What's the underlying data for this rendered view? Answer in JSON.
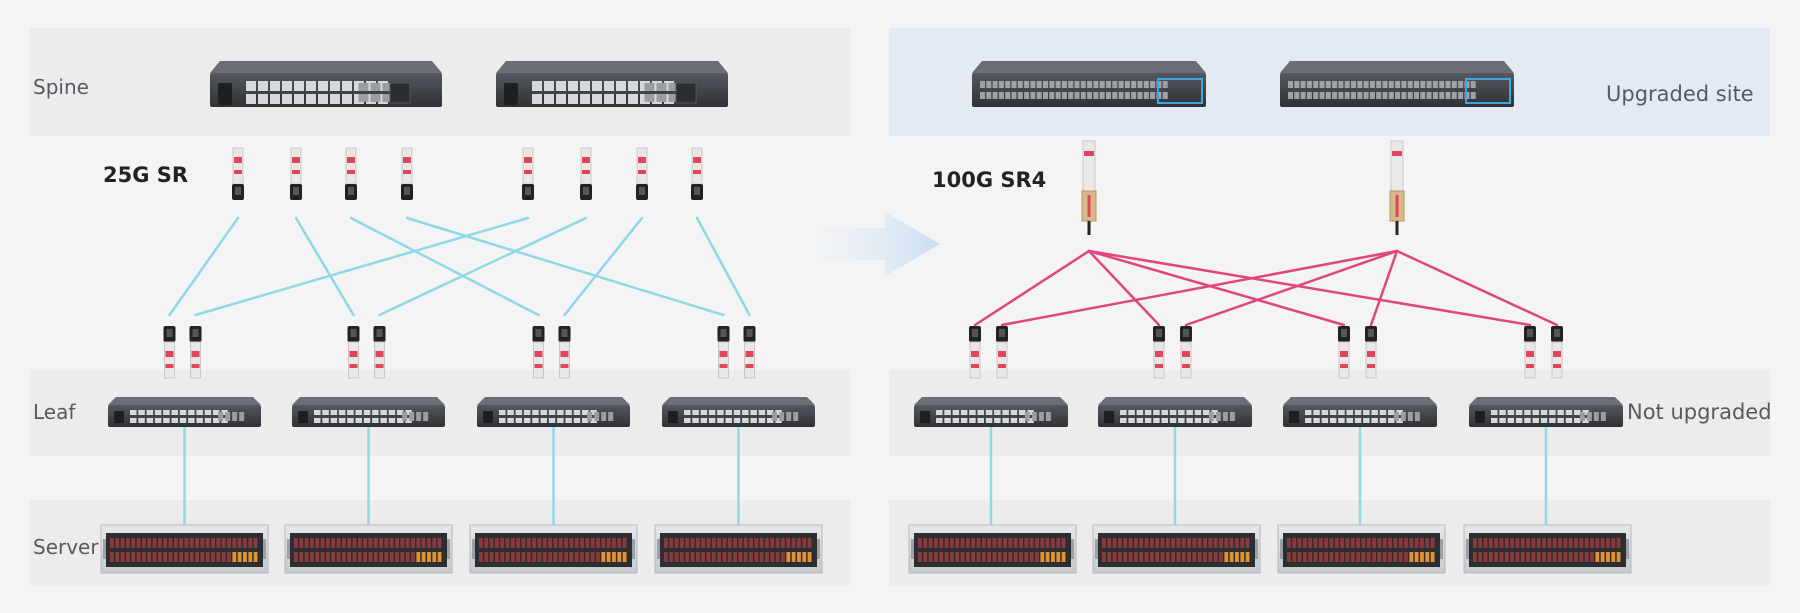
{
  "labels": {
    "spine": "Spine",
    "leaf": "Leaf",
    "server": "Server",
    "left_speed": "25G SR",
    "right_speed": "100G SR4",
    "upgraded": "Upgraded site",
    "not_upgraded": "Not upgraded"
  },
  "colors": {
    "panel_band": "#ececec",
    "upgraded_band": "#e3eaf4",
    "link_25g": "#8fd8e6",
    "link_100g": "#e0457e",
    "switch_body": "#3b3f45",
    "server_body": "#d9dbde",
    "arrow": "#cfe2f2"
  },
  "icons": [
    "spine-switch-icon",
    "leaf-switch-icon",
    "server-rack-icon",
    "sfp28-transceiver-icon",
    "qsfp28-transceiver-icon",
    "transition-arrow-icon"
  ]
}
